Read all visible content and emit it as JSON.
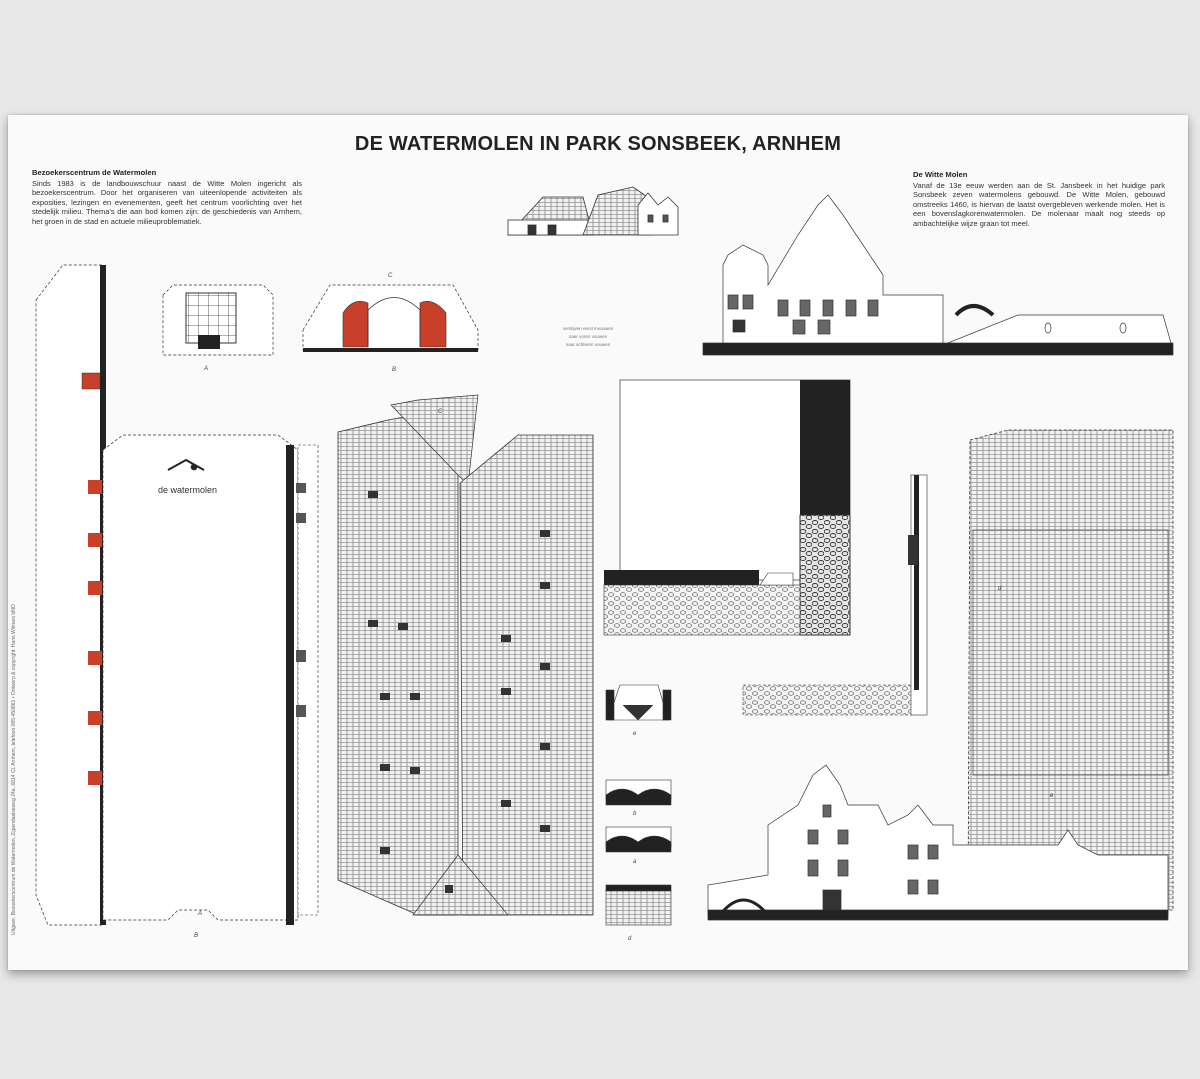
{
  "title": "DE WATERMOLEN IN PARK SONSBEEK, ARNHEM",
  "left_intro": {
    "heading": "Bezoekerscentrum de Watermolen",
    "body": "Sinds 1983 is de landbouwschuur naast de Witte Molen ingericht als bezoekerscentrum. Door het organiseren van uiteenlopende activiteiten als exposities, lezingen en evenementen, geeft het centrum voorlichting over het stedelijk milieu. Thema's die aan bod komen zijn: de geschiedenis van Arnhem, het groen in de stad en actuele milieuproblematiek."
  },
  "right_intro": {
    "heading": "De Witte Molen",
    "body": "Vanaf de 13e eeuw werden aan de St. Jansbeek in het huidige park Sonsbeek zeven watermolens gebouwd. De Witte Molen, gebouwd omstreeks 1460, is hiervan de laatst overgebleven werkende molen. Het is een bovenslagkorenwatermolen. De molenaar maalt nog steeds op ambachtelijke wijze graan tot meel."
  },
  "legend": [
    "verstijven eerst invouwen",
    "naar voren vouwen",
    "naar achteren vouwen"
  ],
  "logo_text": "de watermolen",
  "side_credit": "Uitgave: Bezoekerscentrum de Watermolen, Zijpendaalseweg 24a, 6814 CL Arnhem, telefoon 085-450861 • Ontwerp & copyright: Hans Wilmars bNO",
  "part_labels": {
    "a": "A",
    "b": "B",
    "c": "C",
    "d": "d",
    "e": "e",
    "f": "f",
    "bb": "b",
    "a2": "a",
    "cc": "C"
  },
  "colors": {
    "red": "#c8402a",
    "ink": "#222222",
    "paper": "#fafafa",
    "hatch": "#555555"
  }
}
